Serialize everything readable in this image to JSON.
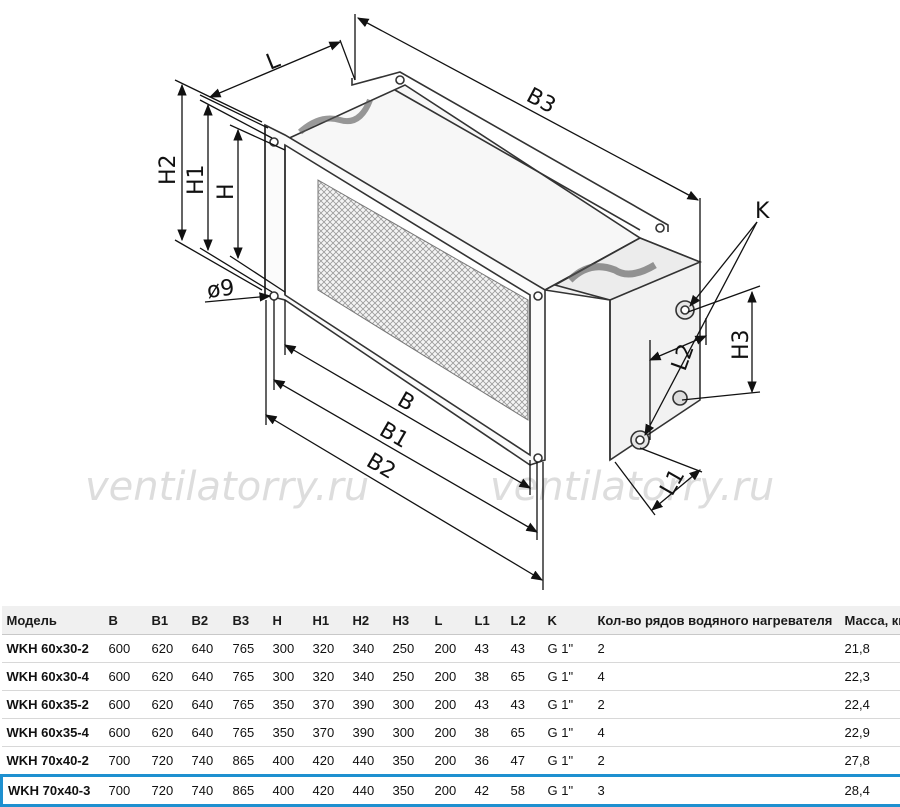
{
  "watermark": [
    "ventilatorry.ru",
    "ventilatorry.ru"
  ],
  "dimension_labels": {
    "L": "L",
    "B3": "B3",
    "H2": "H2",
    "H1": "H1",
    "H": "H",
    "d9": "ø9",
    "K": "K",
    "L2": "L2",
    "H3": "H3",
    "B": "B",
    "B1": "B1",
    "B2": "B2",
    "L1": "L1"
  },
  "table": {
    "headers": [
      "Модель",
      "B",
      "B1",
      "B2",
      "B3",
      "H",
      "H1",
      "H2",
      "H3",
      "L",
      "L1",
      "L2",
      "K",
      "Кол-во рядов водяного нагревателя",
      "Масса, кг"
    ],
    "rows": [
      [
        "WKH 60x30-2",
        "600",
        "620",
        "640",
        "765",
        "300",
        "320",
        "340",
        "250",
        "200",
        "43",
        "43",
        "G 1\"",
        "2",
        "21,8"
      ],
      [
        "WKH 60x30-4",
        "600",
        "620",
        "640",
        "765",
        "300",
        "320",
        "340",
        "250",
        "200",
        "38",
        "65",
        "G 1\"",
        "4",
        "22,3"
      ],
      [
        "WKH 60x35-2",
        "600",
        "620",
        "640",
        "765",
        "350",
        "370",
        "390",
        "300",
        "200",
        "43",
        "43",
        "G 1\"",
        "2",
        "22,4"
      ],
      [
        "WKH 60x35-4",
        "600",
        "620",
        "640",
        "765",
        "350",
        "370",
        "390",
        "300",
        "200",
        "38",
        "65",
        "G 1\"",
        "4",
        "22,9"
      ],
      [
        "WKH 70x40-2",
        "700",
        "720",
        "740",
        "865",
        "400",
        "420",
        "440",
        "350",
        "200",
        "36",
        "47",
        "G 1\"",
        "2",
        "27,8"
      ],
      [
        "WKH 70x40-3",
        "700",
        "720",
        "740",
        "865",
        "400",
        "420",
        "440",
        "350",
        "200",
        "42",
        "58",
        "G 1\"",
        "3",
        "28,4"
      ]
    ],
    "highlight_row": 5,
    "highlight_color": "#1e90d0"
  }
}
